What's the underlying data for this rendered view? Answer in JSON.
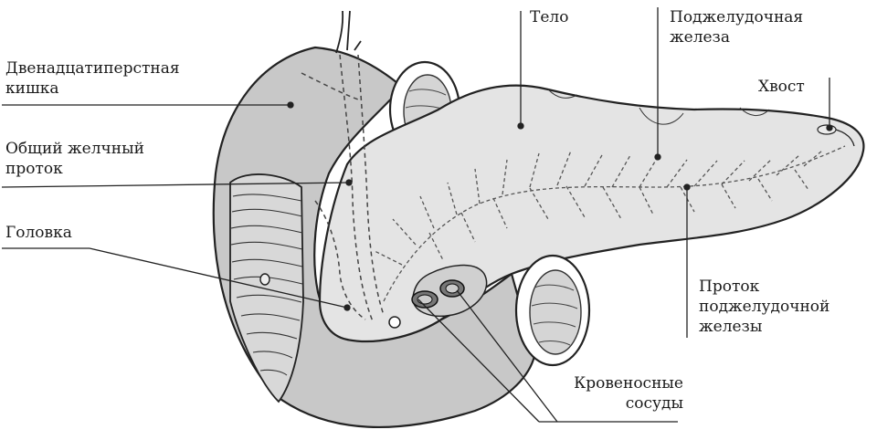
{
  "labels": {
    "duodenum": [
      "Двенадцатиперстная",
      "кишка"
    ],
    "bile_duct": [
      "Общий желчный",
      "проток"
    ],
    "head": [
      "Головка"
    ],
    "body": [
      "Тело"
    ],
    "pancreas": [
      "Поджелудочная",
      "железа"
    ],
    "tail": [
      "Хвост"
    ],
    "pancreatic_duct": [
      "Проток",
      "поджелудочной",
      "железы"
    ],
    "blood_vessels": [
      "Кровеносные",
      "сосуды"
    ]
  },
  "colors": {
    "duodenum": "#c8c8c8",
    "gland": "#e4e4e4",
    "outline": "#222222",
    "duct": "#555555"
  }
}
